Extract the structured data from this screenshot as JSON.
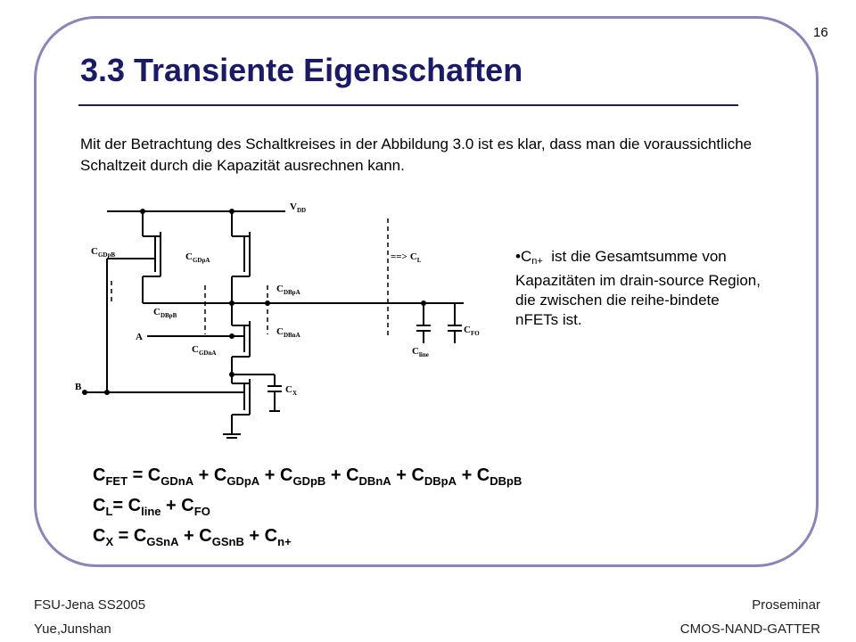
{
  "slide": {
    "page_number": "16",
    "title": "3.3 Transiente Eigenschaften",
    "intro": "Mit der Betrachtung des Schaltkreises in der Abbildung 3.0 ist es klar, dass man die voraussichtliche Schaltzeit durch die Kapazität ausrechnen kann.",
    "note": {
      "bullet": "•",
      "symbol": "C",
      "symbol_sub": "n+",
      "text": "ist die Gesamtsumme von Kapazitäten im drain-source Region, die zwischen die reihe-bindete nFETs ist."
    }
  },
  "circuit": {
    "vdd": "V",
    "vdd_sub": "DD",
    "cgdpb": "C",
    "cgdpb_sub": "GDpB",
    "cgdpa": "C",
    "cgdpa_sub": "GDpA",
    "cdbpa": "C",
    "cdbpa_sub": "DBpA",
    "cdbpb": "C",
    "cdbpb_sub": "DBpB",
    "cdbna": "C",
    "cdbna_sub": "DBnA",
    "cgdna": "C",
    "cgdna_sub": "GDnA",
    "cx": "C",
    "cx_sub": "X",
    "cl_arrow": "==>",
    "cl": "C",
    "cl_sub": "L",
    "cline": "C",
    "cline_sub": "line",
    "cfo": "C",
    "cfo_sub": "FO",
    "input_a": "A",
    "input_b": "B"
  },
  "equations": {
    "eq1": {
      "t0": "C",
      "s0": "FET",
      "t1": " = C",
      "s1": "GDnA",
      "t2": " + C",
      "s2": "GDpA",
      "t3": " + C",
      "s3": "GDpB",
      "t4": " + C",
      "s4": "DBnA",
      "t5": " + C",
      "s5": "DBpA",
      "t6": " + C",
      "s6": "DBpB"
    },
    "eq2": {
      "t0": "C",
      "s0": "L",
      "t1": "= C",
      "s1": "line",
      "t2": " + C",
      "s2": "FO"
    },
    "eq3": {
      "t0": "C",
      "s0": "X",
      "t1": " = C",
      "s1": "GSnA",
      "t2": " + C",
      "s2": "GSnB",
      "t3": " + C",
      "s3": "n+"
    }
  },
  "footer": {
    "left_top": "FSU-Jena SS2005",
    "left_bottom": "Yue,Junshan",
    "right_top": "Proseminar",
    "right_bottom": "CMOS-NAND-GATTER"
  }
}
